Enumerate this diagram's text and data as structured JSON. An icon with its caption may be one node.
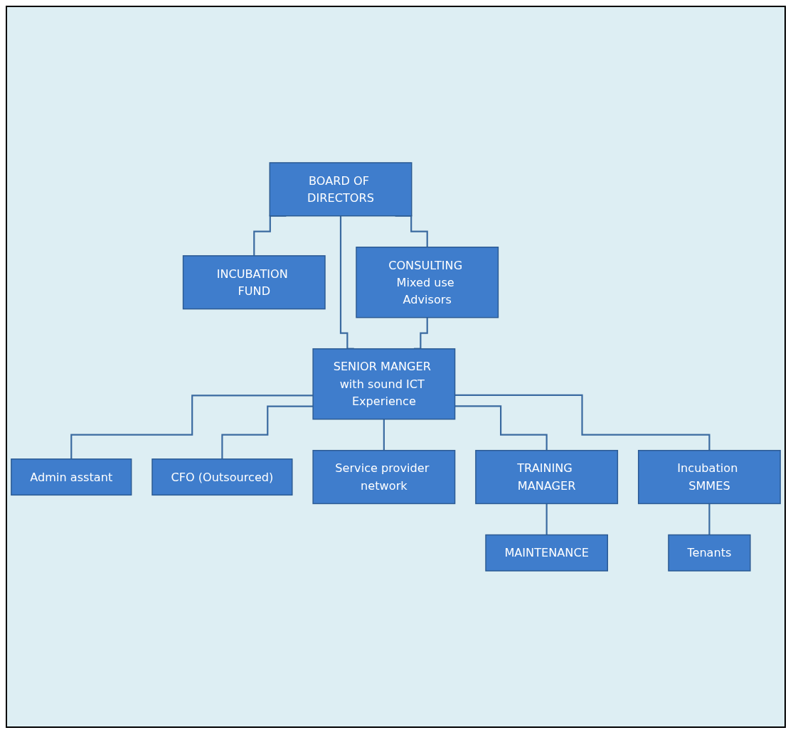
{
  "diagram": {
    "nodes": [
      {
        "text": [
          "BOARD OF DIRECTORS"
        ]
      },
      {
        "text": [
          "INCUBATION FUND"
        ]
      },
      {
        "text": [
          "CONSULTING Mixed use Advisors"
        ]
      },
      {
        "text": [
          "SENIOR MANGER with sound ICT Experience"
        ]
      },
      {
        "text": [
          "Admin asstant"
        ]
      },
      {
        "text": [
          "CFO (Outsourced)"
        ]
      },
      {
        "text": [
          "Service provider network"
        ]
      },
      {
        "text": [
          "MAINTENANCE"
        ]
      },
      {
        "text": [
          "TRAINING MANAGER"
        ]
      },
      {
        "text": [
          "Incubation SMMES"
        ]
      },
      {
        "text": [
          "Tenants"
        ]
      }
    ],
    "edges": [
      {
        "from": 0,
        "to": 1,
        "arrow": "none"
      },
      {
        "from": 0,
        "to": 2,
        "arrow": "none"
      },
      {
        "from": 0,
        "to": 3,
        "arrow": "none"
      },
      {
        "from": 2,
        "to": 3,
        "arrow": "none"
      },
      {
        "from": 3,
        "to": 4,
        "arrow": "none"
      },
      {
        "from": 3,
        "to": 6,
        "arrow": "none"
      },
      {
        "from": 3,
        "to": 5,
        "arrow": "none"
      },
      {
        "from": 3,
        "to": 8,
        "arrow": "none"
      },
      {
        "from": 3,
        "to": 9,
        "arrow": "none"
      },
      {
        "from": 8,
        "to": 7,
        "arrow": "none"
      },
      {
        "from": 9,
        "to": 10,
        "arrow": "none"
      }
    ]
  }
}
